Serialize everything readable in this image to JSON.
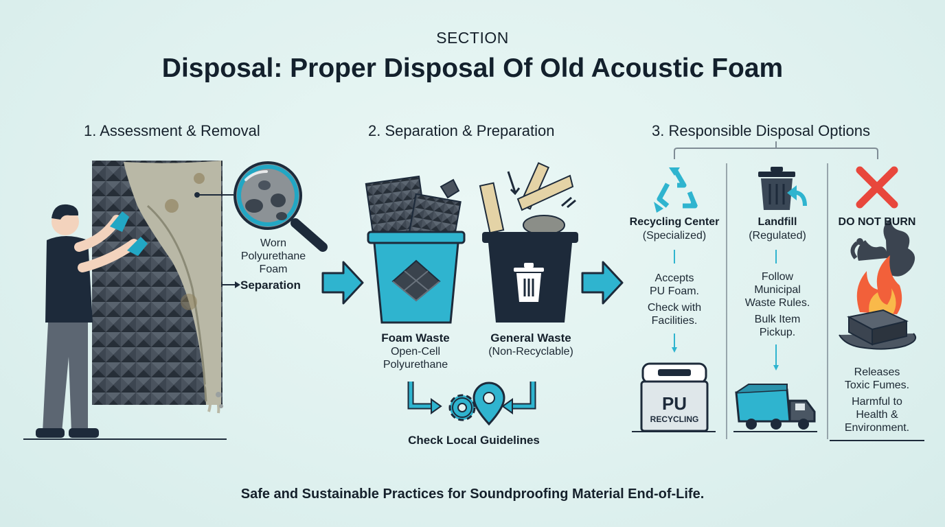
{
  "header": {
    "section_label": "SECTION",
    "title": "Disposal: Proper Disposal Of Old Acoustic Foam"
  },
  "steps": [
    {
      "heading": "1. Assessment & Removal",
      "callout_label": "Worn Polyurethane Foam",
      "callout_lines": [
        "Worn",
        "Polyurethane",
        "Foam"
      ],
      "separation_label": "Separation"
    },
    {
      "heading": "2. Separation & Preparation",
      "foam_bin": {
        "title": "Foam Waste",
        "lines": [
          "Open-Cell",
          "Polyurethane"
        ]
      },
      "general_bin": {
        "title": "General Waste",
        "subtitle": "(Non-Recyclable)"
      },
      "guidelines": "Check Local Guidelines"
    },
    {
      "heading": "3. Responsible Disposal Options",
      "options": [
        {
          "title": "Recycling Center",
          "subtitle": "(Specialized)",
          "notes": [
            "Accepts",
            "PU Foam.",
            "Check with",
            "Facilities."
          ],
          "bin_label_big": "PU",
          "bin_label_small": "RECYCLING"
        },
        {
          "title": "Landfill",
          "subtitle": "(Regulated)",
          "notes": [
            "Follow",
            "Municipal",
            "Waste Rules.",
            "Bulk Item",
            "Pickup."
          ]
        },
        {
          "title": "DO NOT BURN",
          "notes": [
            "Releases",
            "Toxic Fumes.",
            "Harmful to",
            "Health &",
            "Environment."
          ]
        }
      ]
    }
  ],
  "footer": "Safe and Sustainable Practices for Soundproofing Material End-of-Life.",
  "colors": {
    "accent": "#22a7c4",
    "dark": "#1d2a3a",
    "warning": "#e8473c",
    "background": "#e3f3f1"
  },
  "icons": [
    "magnifier-icon",
    "arrow-right-icon",
    "foam-bin-icon",
    "general-waste-bin-icon",
    "gear-icon",
    "map-pin-icon",
    "recycle-icon",
    "trash-can-icon",
    "cross-icon",
    "fire-icon",
    "garbage-truck-icon"
  ]
}
